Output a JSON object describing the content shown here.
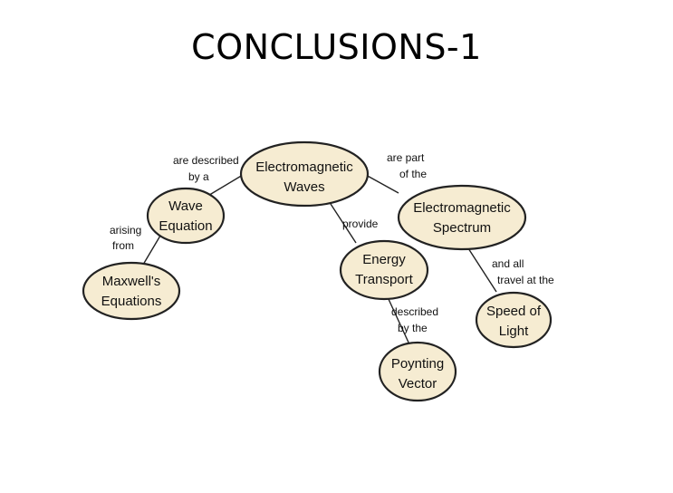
{
  "slide": {
    "title": "CONCLUSIONS-1"
  },
  "diagram": {
    "nodes": {
      "em_waves": {
        "lines": [
          "Electromagnetic",
          "Waves"
        ]
      },
      "wave_eq": {
        "lines": [
          "Wave",
          "Equation"
        ]
      },
      "maxwell": {
        "lines": [
          "Maxwell's",
          "Equations"
        ]
      },
      "em_spectrum": {
        "lines": [
          "Electromagnetic",
          "Spectrum"
        ]
      },
      "energy": {
        "lines": [
          "Energy",
          "Transport"
        ]
      },
      "poynting": {
        "lines": [
          "Poynting",
          "Vector"
        ]
      },
      "speed_light": {
        "lines": [
          "Speed of",
          "Light"
        ]
      }
    },
    "edges": {
      "described": {
        "lines": [
          "are described",
          "by a"
        ]
      },
      "arising": {
        "lines": [
          "arising",
          "from"
        ]
      },
      "part_of": {
        "lines": [
          "are part",
          "of the"
        ]
      },
      "provide": {
        "lines": [
          "provide"
        ]
      },
      "described_by": {
        "lines": [
          "described",
          "by the"
        ]
      },
      "and_all": {
        "lines": [
          "and all",
          "travel at the"
        ]
      }
    }
  }
}
